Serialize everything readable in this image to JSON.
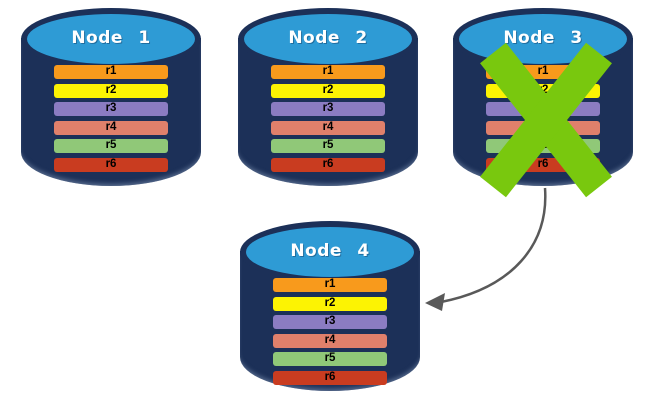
{
  "colors": {
    "background": "#FFFFFF",
    "cylinder_body": "#1C3058",
    "cylinder_top": "#2E9BD5",
    "failure_x": "#79C80E",
    "arrow": "#595959"
  },
  "nodes": [
    {
      "label": "Node 1",
      "failed": false,
      "records": [
        {
          "label": "r1",
          "color": "#F89A1C"
        },
        {
          "label": "r2",
          "color": "#FCF303"
        },
        {
          "label": "r3",
          "color": "#8B7CC2"
        },
        {
          "label": "r4",
          "color": "#E0806B"
        },
        {
          "label": "r5",
          "color": "#90C878"
        },
        {
          "label": "r6",
          "color": "#C93C20"
        }
      ]
    },
    {
      "label": "Node 2",
      "failed": false,
      "records": [
        {
          "label": "r1",
          "color": "#F89A1C"
        },
        {
          "label": "r2",
          "color": "#FCF303"
        },
        {
          "label": "r3",
          "color": "#8B7CC2"
        },
        {
          "label": "r4",
          "color": "#E0806B"
        },
        {
          "label": "r5",
          "color": "#90C878"
        },
        {
          "label": "r6",
          "color": "#C93C20"
        }
      ]
    },
    {
      "label": "Node 3",
      "failed": true,
      "records": [
        {
          "label": "r1",
          "color": "#F89A1C"
        },
        {
          "label": "r2",
          "color": "#FCF303"
        },
        {
          "label": "r3",
          "color": "#8B7CC2"
        },
        {
          "label": "r4",
          "color": "#E0806B"
        },
        {
          "label": "r5",
          "color": "#90C878"
        },
        {
          "label": "r6",
          "color": "#C93C20"
        }
      ]
    },
    {
      "label": "Node 4",
      "failed": false,
      "records": [
        {
          "label": "r1",
          "color": "#F89A1C"
        },
        {
          "label": "r2",
          "color": "#FCF303"
        },
        {
          "label": "r3",
          "color": "#8B7CC2"
        },
        {
          "label": "r4",
          "color": "#E0806B"
        },
        {
          "label": "r5",
          "color": "#90C878"
        },
        {
          "label": "r6",
          "color": "#C93C20"
        }
      ]
    }
  ],
  "arrow": {
    "from": "Node 3",
    "to": "Node 4",
    "color": "#595959"
  }
}
